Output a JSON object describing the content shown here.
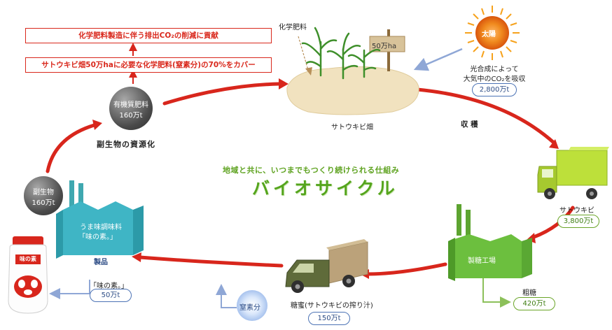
{
  "boxes": {
    "top": "化学肥料製造に伴う排出CO₂の削減に貢献",
    "second": "サトウキビ畑50万haに必要な化学肥料(窒素分)の70%をカバー"
  },
  "field": {
    "fertilizer_label": "化学肥料",
    "sign": "50万ha",
    "label": "サトウキビ畑"
  },
  "sun": {
    "label": "太陽",
    "desc_line1": "光合成によって",
    "desc_line2": "大気中のCO₂を吸収",
    "amount": "2,800万t"
  },
  "harvest_label": "収 穫",
  "truck1": {
    "label": "サトウキビ",
    "amount": "3,800万t"
  },
  "factory_sugar": {
    "label": "製糖工場",
    "product": "粗糖",
    "amount": "420万t"
  },
  "truck2": {
    "label": "糖蜜(サトウキビの搾り汁)",
    "amount": "150万t"
  },
  "nitrogen_label": "窒素分",
  "factory_aji": {
    "line1": "うま味調味料",
    "line2": "「味の素。」"
  },
  "product": {
    "label": "製品",
    "name": "「味の素。」",
    "amount": "50万t"
  },
  "bottle_label": "味の素",
  "byproduct": {
    "label": "副生物",
    "amount": "160万t"
  },
  "organic": {
    "label": "有機質肥料",
    "amount": "160万t"
  },
  "resource_label": "副生物の資源化",
  "center": {
    "subtitle": "地域と共に、いつまでもつくり続けられる仕組み",
    "title": "バイオサイクル"
  },
  "colors": {
    "arrow_red": "#d8261c",
    "factory_green": "#5db23a",
    "truck_body": "#5f6b3a",
    "accent_green": "#55a51d",
    "blue_outline": "#4c73b5"
  }
}
